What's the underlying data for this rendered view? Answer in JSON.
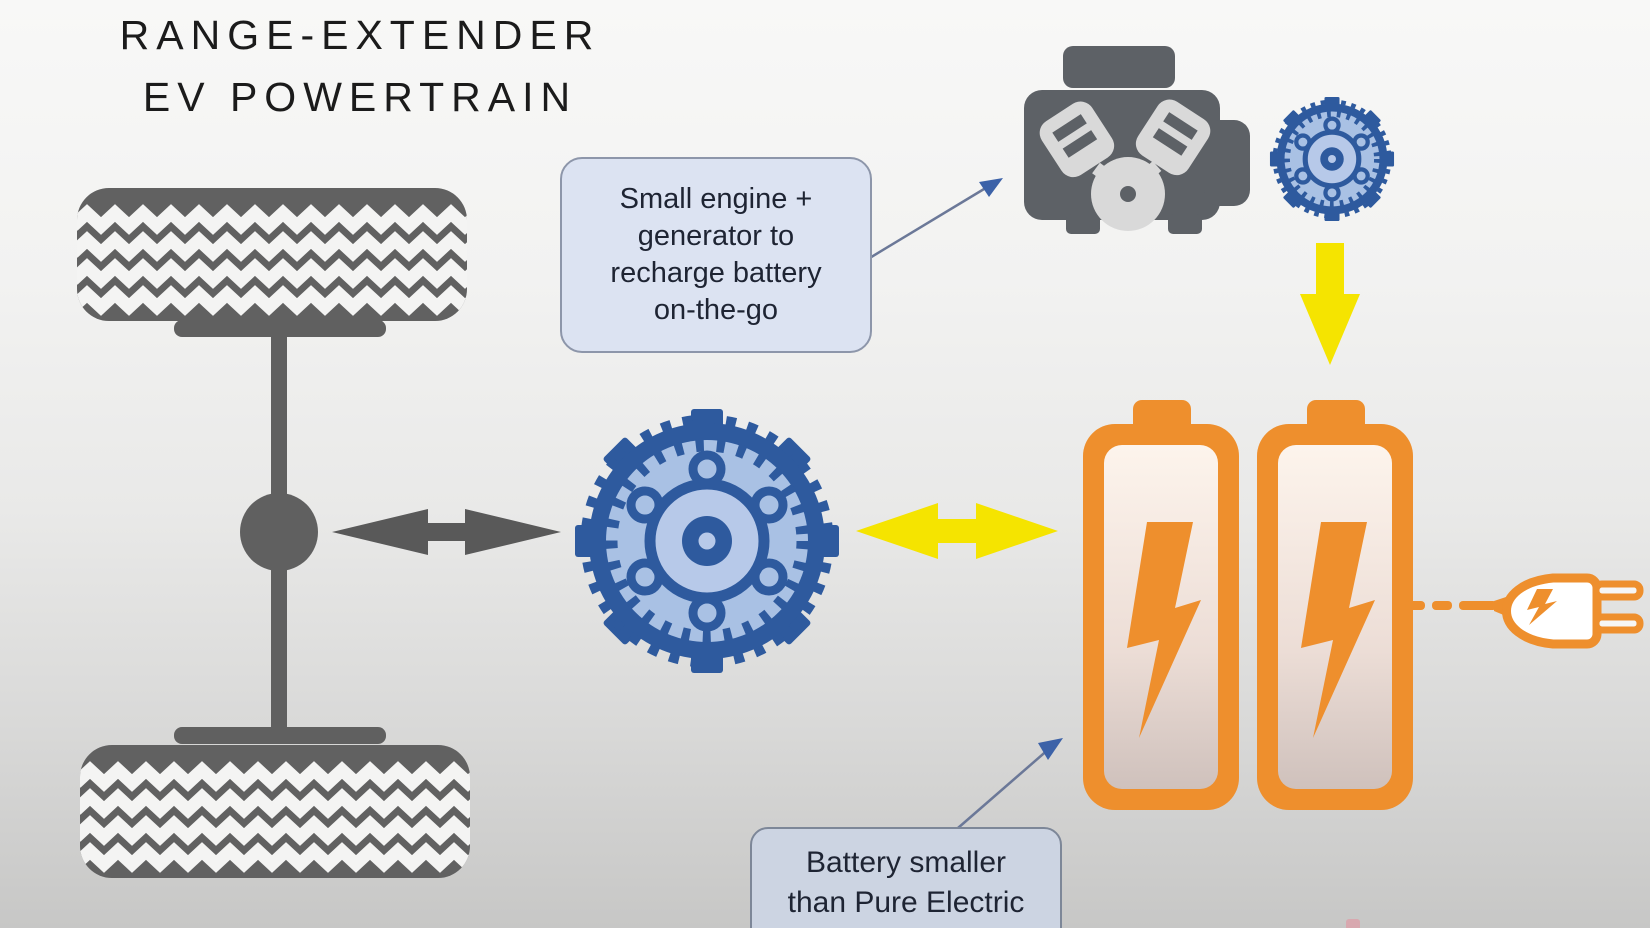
{
  "title": {
    "line1": "RANGE-EXTENDER",
    "line2": "EV POWERTRAIN"
  },
  "callouts": {
    "engine_note": "Small engine + generator to recharge battery on-the-go",
    "battery_note": "Battery smaller than Pure Electric"
  },
  "icons": {
    "front-wheel-icon": "tire with zigzag tread",
    "rear-wheel-icon": "tire with zigzag tread",
    "axle-differential": "vertical drive axle with differential ball",
    "motor-icon": "electric traction motor end view (blue gear)",
    "generator-icon": "small generator end view (blue gear)",
    "engine-icon": "small combustion engine with pistons",
    "battery-icon-left": "orange battery with lightning bolt",
    "battery-icon-right": "orange battery with lightning bolt",
    "charging-plug-icon": "orange plug with lightning bolt and dashed cord",
    "drive-arrow": "gray double-headed arrow between wheels and motor",
    "power-arrow": "yellow double-headed arrow between motor and battery",
    "recharge-arrow": "yellow down arrow from generator to battery",
    "engine-pointer-arrow": "thin callout arrow pointing to engine",
    "battery-pointer-arrow": "thin callout arrow pointing to battery"
  },
  "colors": {
    "orange": "#EE8F2D",
    "motor_blue_dark": "#2E5A9E",
    "motor_blue_light": "#A9C1E4",
    "yellow": "#F5E400",
    "mechanical_gray": "#5E6065",
    "callout_fill": "#DCE3F2",
    "callout_fill_dark": "#CCD4E2",
    "callout_border": "#8D96AA",
    "background_top": "#F8F8F7",
    "background_bottom": "#C7C7C6"
  }
}
